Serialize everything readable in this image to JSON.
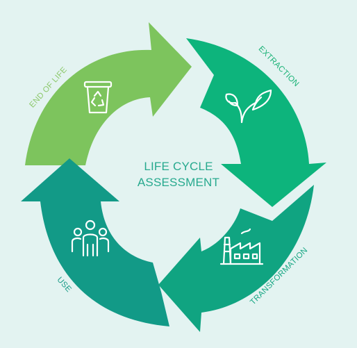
{
  "center": {
    "line1": "LIFE CYCLE",
    "line2": "ASSESSMENT"
  },
  "stages": [
    {
      "label": "END OF LIFE",
      "icon": "recycle-bin-icon",
      "color": "#7dc45d"
    },
    {
      "label": "EXTRACTION",
      "icon": "leaves-icon",
      "color": "#0db47c"
    },
    {
      "label": "TRANSFORMATION",
      "icon": "factory-icon",
      "color": "#10a481"
    },
    {
      "label": "USE",
      "icon": "people-icon",
      "color": "#129a87"
    }
  ],
  "colors": {
    "background": "#e3f3f1",
    "center_text": "#27a98e",
    "end_of_life_label": "#8cc86b",
    "extraction_label": "#1ab276",
    "transformation_label": "#16a683",
    "use_label": "#1a9c88"
  }
}
